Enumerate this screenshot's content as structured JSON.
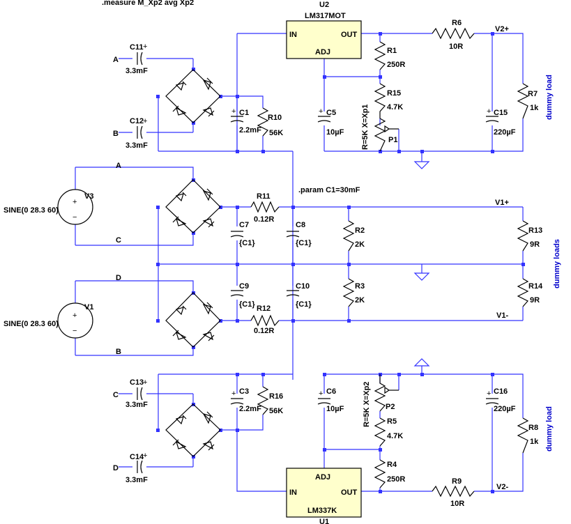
{
  "directives": {
    "measure": ".measure M_Xp2 avg Xp2",
    "param": ".param C1=30mF"
  },
  "regulators": {
    "u2": {
      "ref": "U2",
      "part": "LM317MOT",
      "in": "IN",
      "out": "OUT",
      "adj": "ADJ"
    },
    "u1": {
      "ref": "U1",
      "part": "LM337K",
      "in": "IN",
      "out": "OUT",
      "adj": "ADJ"
    }
  },
  "sources": {
    "v3": {
      "ref": "V3",
      "value": "SINE(0 28.3 60)"
    },
    "v1": {
      "ref": "V1",
      "value": "SINE(0 28.3 60)"
    }
  },
  "capacitors": {
    "c11": {
      "ref": "C11",
      "value": "3.3mF"
    },
    "c12": {
      "ref": "C12",
      "value": "3.3mF"
    },
    "c13": {
      "ref": "C13",
      "value": "3.3mF"
    },
    "c14": {
      "ref": "C14",
      "value": "3.3mF"
    },
    "c1": {
      "ref": "C1",
      "value": "2.2mF"
    },
    "c3": {
      "ref": "C3",
      "value": "2.2mF"
    },
    "c5": {
      "ref": "C5",
      "value": "10µF"
    },
    "c6": {
      "ref": "C6",
      "value": "10µF"
    },
    "c15": {
      "ref": "C15",
      "value": "220µF"
    },
    "c16": {
      "ref": "C16",
      "value": "220µF"
    },
    "c7": {
      "ref": "C7",
      "value": "{C1}"
    },
    "c8": {
      "ref": "C8",
      "value": "{C1}"
    },
    "c9": {
      "ref": "C9",
      "value": "{C1}"
    },
    "c10": {
      "ref": "C10",
      "value": "{C1}"
    }
  },
  "resistors": {
    "r1": {
      "ref": "R1",
      "value": "250R"
    },
    "r4": {
      "ref": "R4",
      "value": "250R"
    },
    "r6": {
      "ref": "R6",
      "value": "10R"
    },
    "r9": {
      "ref": "R9",
      "value": "10R"
    },
    "r7": {
      "ref": "R7",
      "value": "1k"
    },
    "r8": {
      "ref": "R8",
      "value": "1k"
    },
    "r10": {
      "ref": "R10",
      "value": "56K"
    },
    "r16": {
      "ref": "R16",
      "value": "56K"
    },
    "r15": {
      "ref": "R15",
      "value": "4.7K"
    },
    "r5": {
      "ref": "R5",
      "value": "4.7K"
    },
    "r11": {
      "ref": "R11",
      "value": "0.12R"
    },
    "r12": {
      "ref": "R12",
      "value": "0.12R"
    },
    "r2": {
      "ref": "R2",
      "value": "2K"
    },
    "r3": {
      "ref": "R3",
      "value": "2K"
    },
    "r13": {
      "ref": "R13",
      "value": "9R"
    },
    "r14": {
      "ref": "R14",
      "value": "9R"
    }
  },
  "pots": {
    "p1": {
      "ref": "P1",
      "value": "R=5K X=Xp1"
    },
    "p2": {
      "ref": "P2",
      "value": "R=5K X=Xp2"
    }
  },
  "nets": {
    "a": "A",
    "b": "B",
    "c": "C",
    "d": "D",
    "v2p": "V2+",
    "v2n": "V2-",
    "v1p": "V1+",
    "v1n": "V1-"
  },
  "notes": {
    "dummy_load": "dummy load",
    "dummy_loads": "dummy loads"
  },
  "colors": {
    "wire": "#3333ff",
    "component": "#000000",
    "ic_fill": "#ffffcc",
    "note": "#0000cc"
  }
}
